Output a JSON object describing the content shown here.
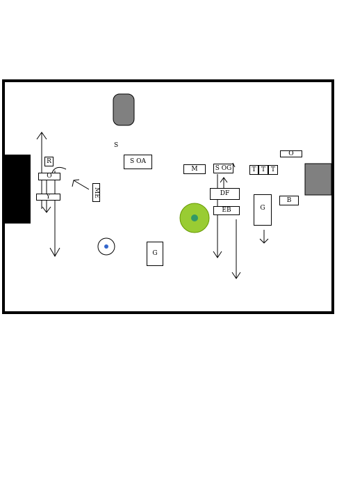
{
  "colors": {
    "frame": "#000000",
    "gray_block": "#808080",
    "green_circle": "#99cc33",
    "green_center": "#339966",
    "blue_dot": "#3366cc"
  },
  "labels": {
    "s": "S",
    "soa": "S OA",
    "m": "M",
    "sog": "S OG",
    "t1": "T",
    "t2": "T",
    "t3": "T",
    "o_top_right": "O",
    "r": "R",
    "o_left": "O",
    "y": "Y",
    "me": "ME",
    "df": "DF",
    "eb": "EB",
    "g_right": "G",
    "b": "B",
    "g_bottom": "G"
  }
}
